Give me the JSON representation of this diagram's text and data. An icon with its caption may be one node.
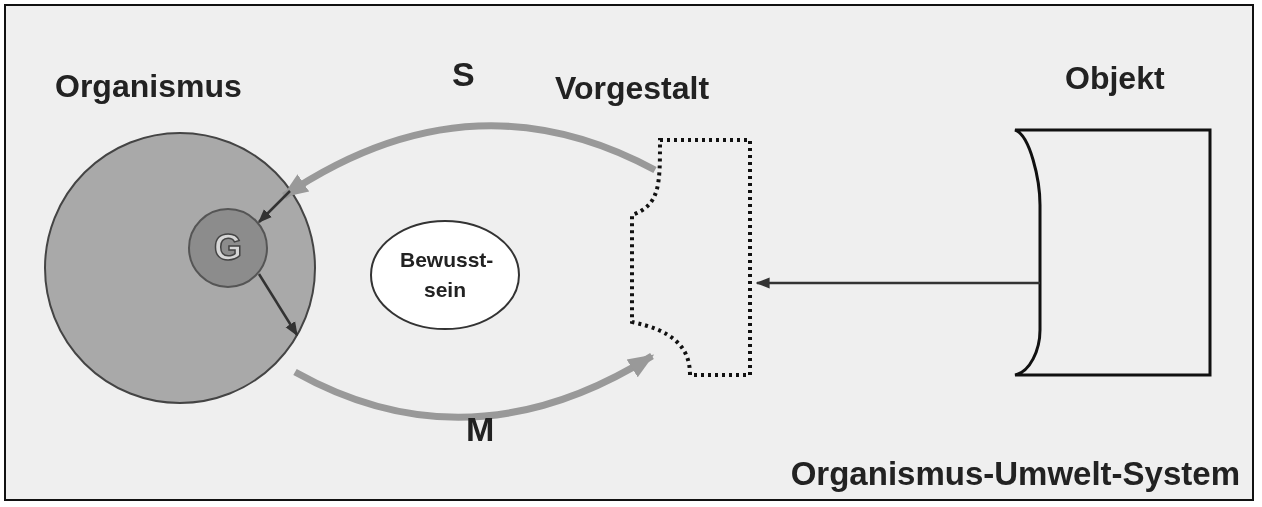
{
  "diagram": {
    "nodes": [
      {
        "text": [
          "Organismus"
        ]
      },
      {
        "text": [
          "G"
        ],
        "in": 0
      },
      {
        "text": [
          "Bewusst- sein"
        ]
      },
      {
        "text": [
          "Vorgestalt"
        ]
      },
      {
        "text": [
          "Objekt"
        ]
      }
    ],
    "edges": [
      {
        "from": 3,
        "to": 0,
        "arrow": "to",
        "label": "S",
        "style": "thick",
        "color": "#999999"
      },
      {
        "from": 0,
        "to": 3,
        "arrow": "to",
        "label": "M",
        "style": "thick",
        "color": "#999999"
      },
      {
        "from": 4,
        "to": 3,
        "arrow": "to"
      },
      {
        "from": 0,
        "to": 1,
        "arrow": "to"
      },
      {
        "from": 1,
        "to": 0,
        "arrow": "to"
      }
    ],
    "labels": [
      "Organismus-Umwelt-System"
    ]
  }
}
